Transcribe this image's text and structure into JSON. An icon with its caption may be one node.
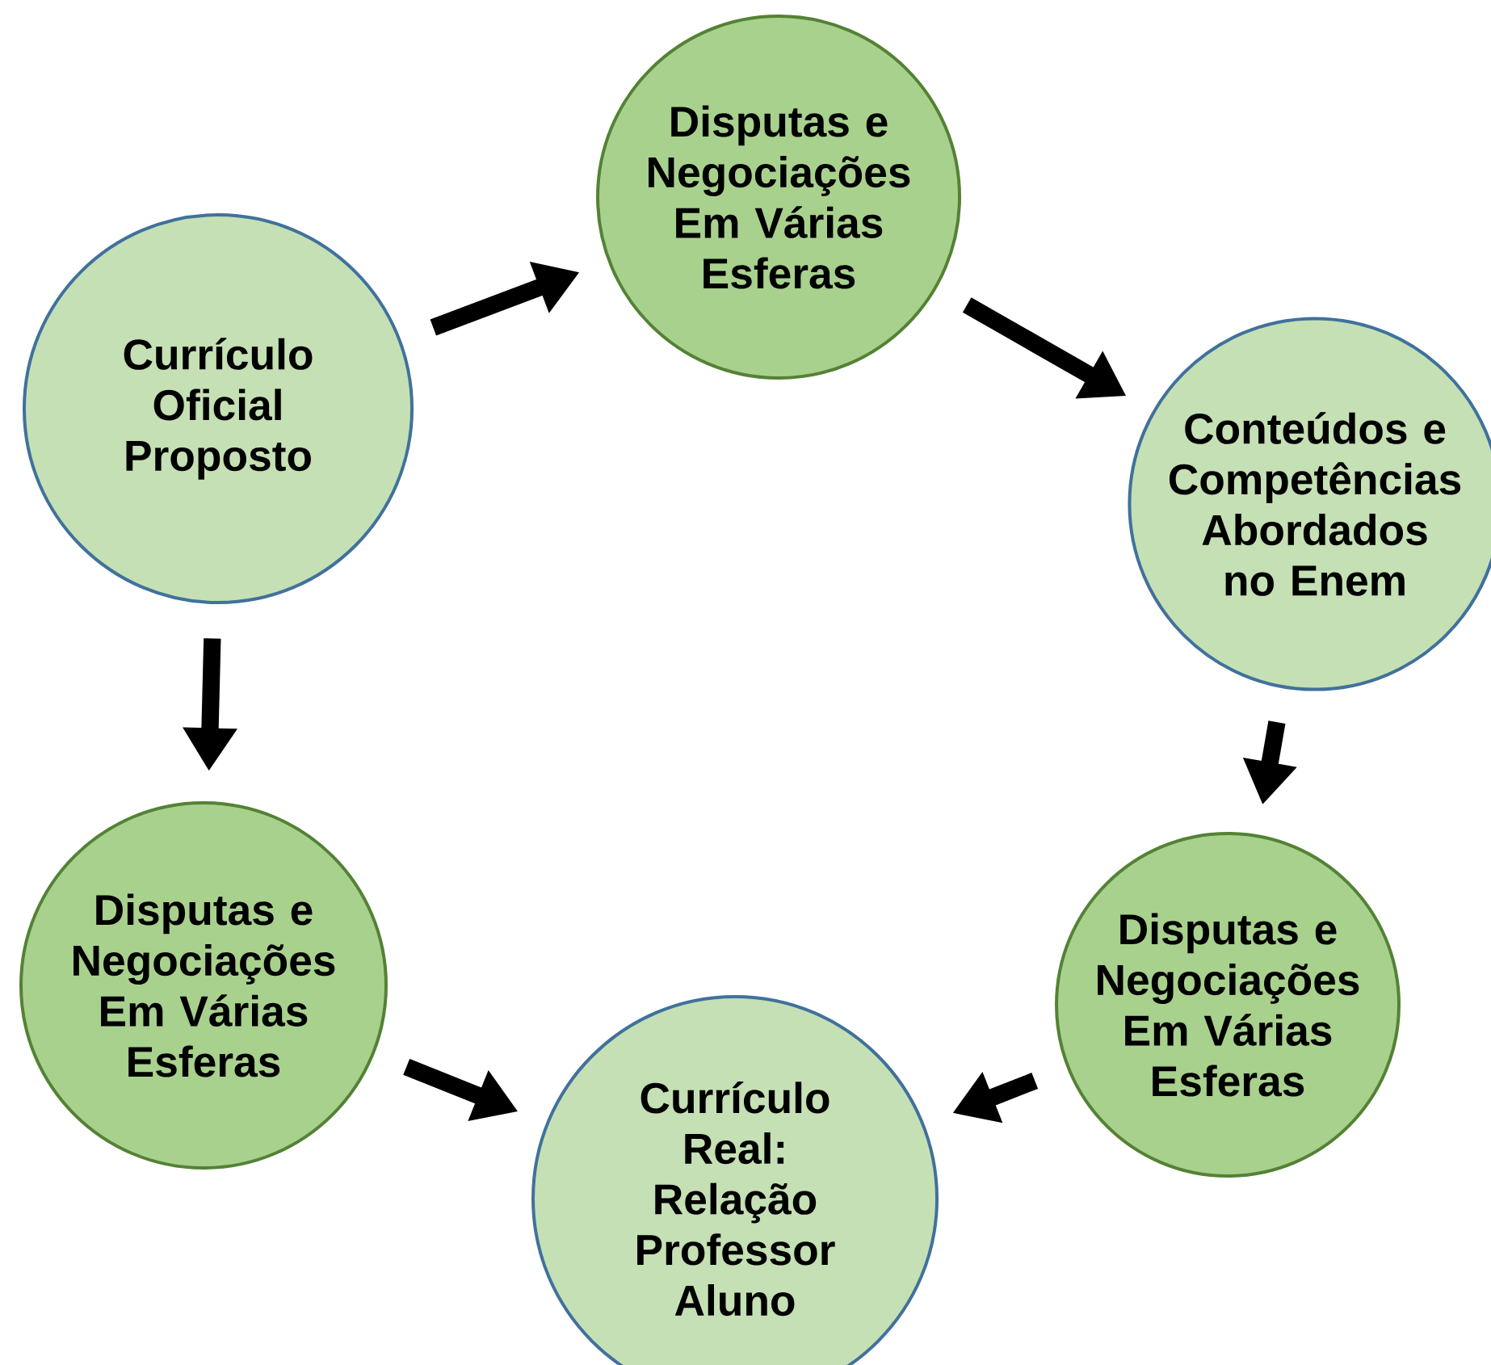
{
  "diagram": {
    "nodes": [
      {
        "text": [
          "Currículo Oficial Proposto"
        ]
      },
      {
        "text": [
          "Disputas e Negociações Em Várias Esferas"
        ]
      },
      {
        "text": [
          "Conteúdos e Competências Abordados no Enem"
        ]
      },
      {
        "text": [
          "Disputas e Negociações Em Várias Esferas"
        ]
      },
      {
        "text": [
          "Currículo Real: Relação Professor Aluno"
        ]
      },
      {
        "text": [
          "Disputas e Negociações Em Várias Esferas"
        ]
      }
    ],
    "edges": [
      {
        "from": 0,
        "to": 1,
        "arrow": "to"
      },
      {
        "from": 1,
        "to": 2,
        "arrow": "to"
      },
      {
        "from": 2,
        "to": 3,
        "arrow": "to"
      },
      {
        "from": 3,
        "to": 4,
        "arrow": "to"
      },
      {
        "from": 0,
        "to": 5,
        "arrow": "to"
      },
      {
        "from": 5,
        "to": 4,
        "arrow": "to"
      }
    ]
  }
}
